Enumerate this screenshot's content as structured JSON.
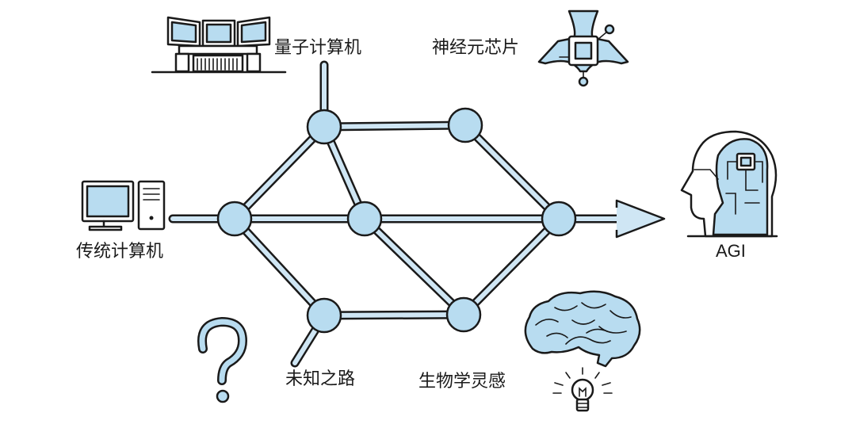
{
  "labels": {
    "quantum": "量子计算机",
    "neuro": "神经元芯片",
    "traditional": "传统计算机",
    "unknown": "未知之路",
    "bio": "生物学灵感",
    "agi": "AGI"
  },
  "icons": [
    "computer-workstation-icon",
    "multi-monitor-quantum-computer-icon",
    "neuromorphic-chip-icon",
    "ai-head-icon",
    "question-mark-icon",
    "brain-icon",
    "lightbulb-icon"
  ],
  "colors": {
    "node_fill": "#b8dcf0",
    "pipe_fill": "#cfe6f4",
    "outline": "#1a1a1a",
    "accent": "#b8dcf0"
  }
}
